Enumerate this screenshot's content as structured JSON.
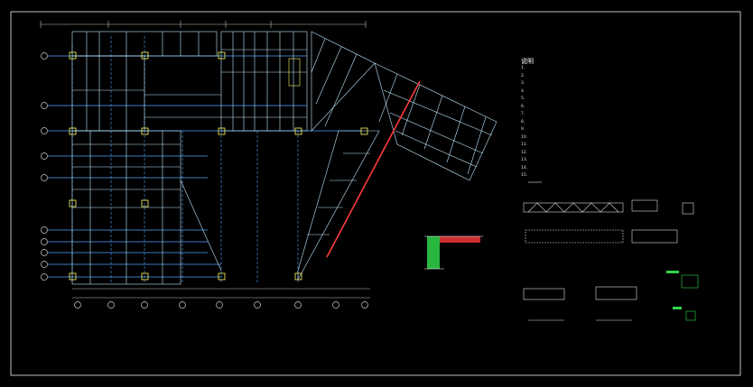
{
  "drawing": {
    "background": "#000000",
    "frame_color": "#bfbfbf",
    "grid_color": "#4fa3ff",
    "slab_color": "#bfe8ff",
    "column_color": "#ffff66",
    "beam_highlight_color": "#ff3b3b",
    "detail_green": "#2fd64a",
    "axis_bubble_color": "#cccccc"
  },
  "notes": {
    "title": "说明",
    "lines": [
      "1.",
      "2.",
      "3.",
      "4.",
      "5.",
      "6.",
      "7.",
      "8.",
      "9.",
      "10.",
      "11.",
      "12.",
      "13.",
      "14.",
      "15."
    ]
  },
  "section_label": "─ ─",
  "detail_labels": [],
  "plan_title": ""
}
